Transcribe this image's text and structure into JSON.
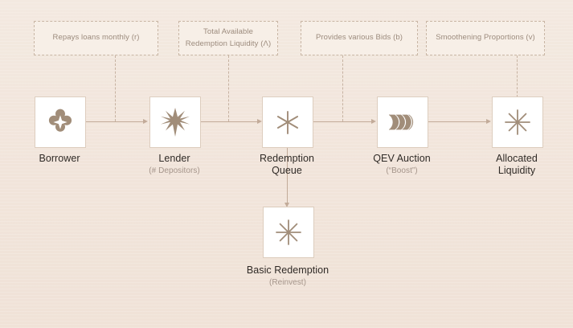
{
  "theme": {
    "background": "#f1e4da",
    "node_fill": "#ffffff",
    "node_border": "#ddcdbe",
    "icon_color": "#a18d79",
    "line_color": "#c2ab99",
    "dash_color": "#c6b2a1",
    "annotation_fill": "#f7efe7",
    "annotation_text": "#9c8b7d",
    "label_text": "#2f2a26",
    "sublabel_text": "#a4948a"
  },
  "annotations": [
    {
      "id": "repays-loans",
      "text": "Repays loans monthly (r)"
    },
    {
      "id": "total-liquidity",
      "line1": "Total Available",
      "line2": "Redemption Liquidity (Λ)"
    },
    {
      "id": "provides-bids",
      "text": "Provides various Bids (b)"
    },
    {
      "id": "smoothening",
      "text": "Smoothening Proportions (v)"
    }
  ],
  "nodes": [
    {
      "id": "borrower",
      "label": "Borrower",
      "label2": "",
      "sub": "",
      "icon": "quatrefoil-star-icon"
    },
    {
      "id": "lender",
      "label": "Lender",
      "label2": "",
      "sub": "(# Depositors)",
      "icon": "eight-point-star-filled-icon"
    },
    {
      "id": "redemption-queue",
      "label": "Redemption",
      "label2": "Queue",
      "sub": "",
      "icon": "six-spoke-asterisk-icon"
    },
    {
      "id": "qev-auction",
      "label": "QEV Auction",
      "label2": "",
      "sub": "(“Boost”)",
      "icon": "four-chevron-discs-icon"
    },
    {
      "id": "allocated-liquidity",
      "label": "Allocated",
      "label2": "Liquidity",
      "sub": "",
      "icon": "eight-spoke-asterisk-icon"
    },
    {
      "id": "basic-redemption",
      "label": "Basic Redemption",
      "label2": "",
      "sub": "(Reinvest)",
      "icon": "eight-spoke-asterisk-icon"
    }
  ]
}
